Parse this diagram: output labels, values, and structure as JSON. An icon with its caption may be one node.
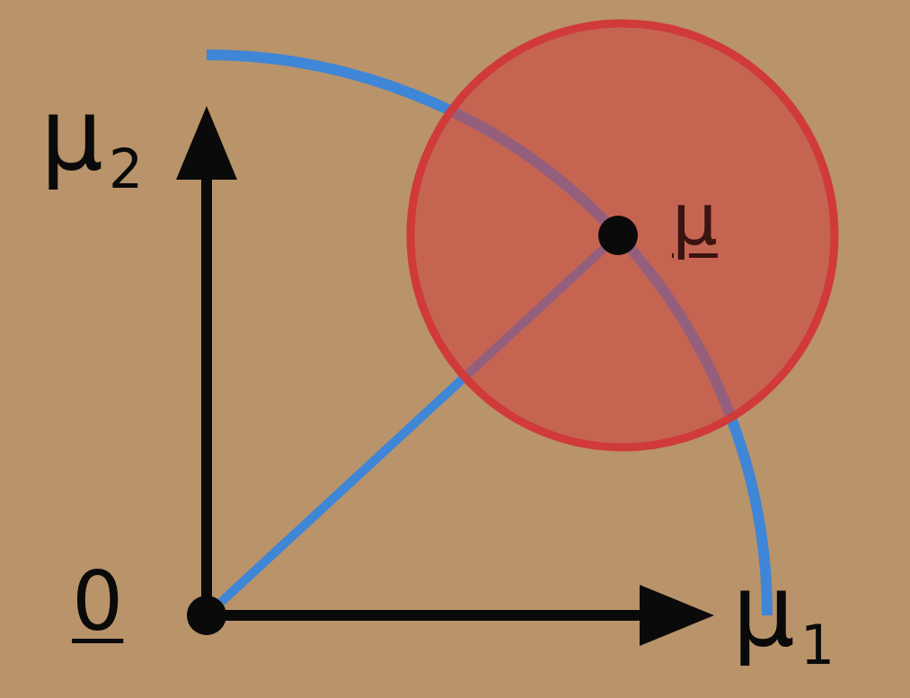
{
  "diagram": {
    "nodes": [
      {
        "text": [],
        "shape": "circle",
        "beside": [
          "0"
        ]
      },
      {
        "text": [],
        "shape": "circle",
        "beside": [
          "μ"
        ]
      }
    ],
    "edges": [
      {
        "from": 0,
        "to": 1,
        "arrow": "none"
      }
    ],
    "labels": [
      "μ$_{2}$",
      "μ$_{1}$"
    ]
  }
}
